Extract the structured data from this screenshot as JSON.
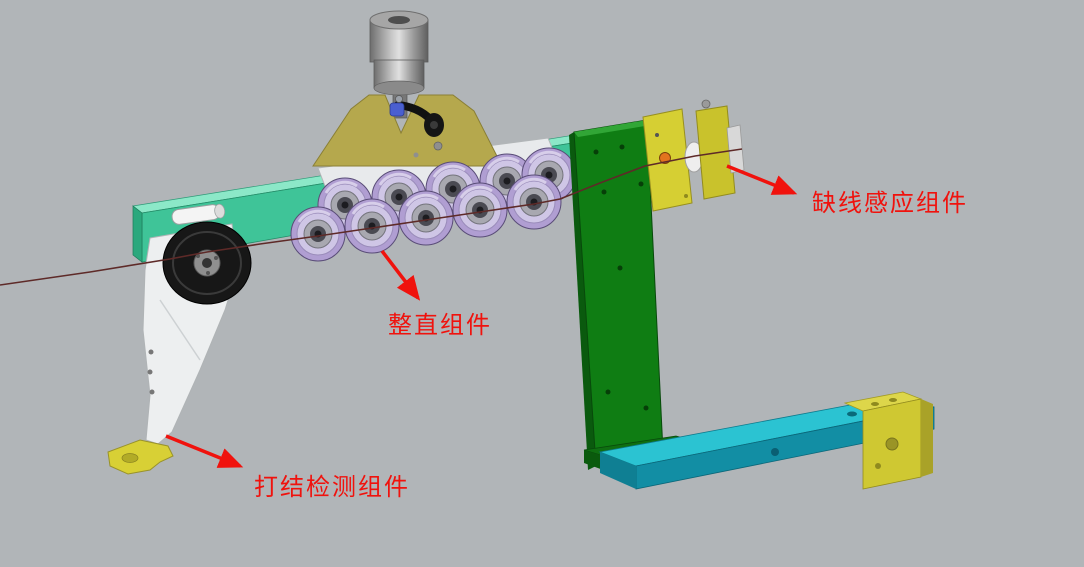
{
  "scene": {
    "type": "cad-3d-assembly-view",
    "description": "3D CAD render of a wire feeding machine assembly with red callout annotations",
    "background_color": "#b1b5b8"
  },
  "annotations": {
    "color": "#f0120d",
    "items": [
      {
        "id": "wire-missing-sensor",
        "label": "缺线感应组件"
      },
      {
        "id": "straightening-unit",
        "label": "整直组件"
      },
      {
        "id": "knot-detection",
        "label": "打结检测组件"
      }
    ]
  },
  "colors": {
    "beam_teal": "#3fc498",
    "beam_teal_top": "#8ce8c8",
    "beam_teal_end": "#2ba87d",
    "plate_green": "#0f7d13",
    "base_green": "#0f6f11",
    "arm_cyan_top": "#2bc3d2",
    "arm_cyan_front": "#128ea4",
    "block_yellow": "#cfc832",
    "sensor_yellow": "#d6cf33",
    "bracket_khaki": "#b5a84d",
    "roller_ring": "#b09ed2",
    "bracket_white": "#edeff0",
    "wheel_black": "#171717",
    "hook_yellow": "#d8d035",
    "wire_brown": "#5e2a28",
    "cylinder_gray": "#9a9a9a",
    "clamp_blue": "#4a5fd0",
    "sensor_orange": "#e2731e"
  }
}
